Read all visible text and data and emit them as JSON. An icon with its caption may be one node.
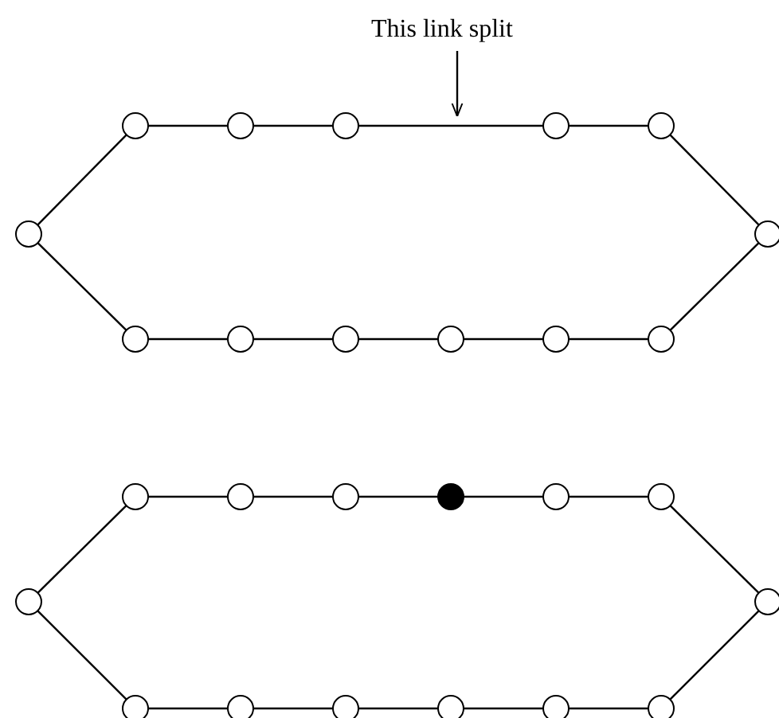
{
  "diagram": {
    "nodes": [
      {
        "text": [
          "This link split"
        ]
      },
      {
        "text": [],
        "shape": "circle"
      },
      {
        "text": [],
        "shape": "circle"
      },
      {
        "text": [],
        "shape": "circle"
      },
      {
        "text": [],
        "shape": "circle"
      },
      {
        "text": [],
        "shape": "circle"
      },
      {
        "text": [],
        "shape": "circle"
      },
      {
        "text": [],
        "shape": "circle"
      },
      {
        "text": [],
        "shape": "circle"
      },
      {
        "text": [],
        "shape": "circle"
      },
      {
        "text": [],
        "shape": "circle"
      },
      {
        "text": [],
        "shape": "circle"
      },
      {
        "text": [],
        "shape": "circle"
      },
      {
        "text": [],
        "shape": "circle"
      },
      {
        "text": [],
        "shape": "circle"
      },
      {
        "text": [],
        "shape": "circle"
      },
      {
        "text": [],
        "shape": "circle"
      },
      {
        "text": [],
        "shape": "dot"
      },
      {
        "text": [],
        "shape": "circle"
      },
      {
        "text": [],
        "shape": "circle"
      },
      {
        "text": [],
        "shape": "circle"
      },
      {
        "text": [],
        "shape": "circle"
      },
      {
        "text": [],
        "shape": "circle"
      },
      {
        "text": [],
        "shape": "circle"
      },
      {
        "text": [],
        "shape": "circle"
      },
      {
        "text": [],
        "shape": "circle"
      },
      {
        "text": [],
        "shape": "circle"
      },
      {
        "text": [],
        "shape": "circle"
      }
    ],
    "edges": [
      {
        "from": 0,
        "to": null,
        "arrow": "to"
      },
      {
        "from": 6,
        "to": 1,
        "arrow": "none"
      },
      {
        "from": 1,
        "to": 2,
        "arrow": "none"
      },
      {
        "from": 2,
        "to": 3,
        "arrow": "none"
      },
      {
        "from": 3,
        "to": 4,
        "arrow": "none"
      },
      {
        "from": 4,
        "to": 5,
        "arrow": "none"
      },
      {
        "from": 5,
        "to": 7,
        "arrow": "none"
      },
      {
        "from": 7,
        "to": 13,
        "arrow": "none"
      },
      {
        "from": 13,
        "to": 12,
        "arrow": "none"
      },
      {
        "from": 12,
        "to": 11,
        "arrow": "none"
      },
      {
        "from": 11,
        "to": 10,
        "arrow": "none"
      },
      {
        "from": 10,
        "to": 9,
        "arrow": "none"
      },
      {
        "from": 9,
        "to": 8,
        "arrow": "none"
      },
      {
        "from": 8,
        "to": 6,
        "arrow": "none"
      },
      {
        "from": 20,
        "to": 14,
        "arrow": "none"
      },
      {
        "from": 14,
        "to": 15,
        "arrow": "none"
      },
      {
        "from": 15,
        "to": 16,
        "arrow": "none"
      },
      {
        "from": 16,
        "to": 17,
        "arrow": "none"
      },
      {
        "from": 17,
        "to": 18,
        "arrow": "none"
      },
      {
        "from": 18,
        "to": 19,
        "arrow": "none"
      },
      {
        "from": 19,
        "to": 21,
        "arrow": "none"
      },
      {
        "from": 21,
        "to": 27,
        "arrow": "none"
      },
      {
        "from": 27,
        "to": 26,
        "arrow": "none"
      },
      {
        "from": 26,
        "to": 25,
        "arrow": "none"
      },
      {
        "from": 25,
        "to": 24,
        "arrow": "none"
      },
      {
        "from": 24,
        "to": 23,
        "arrow": "none"
      },
      {
        "from": 23,
        "to": 22,
        "arrow": "none"
      },
      {
        "from": 22,
        "to": 20,
        "arrow": "none"
      }
    ]
  }
}
